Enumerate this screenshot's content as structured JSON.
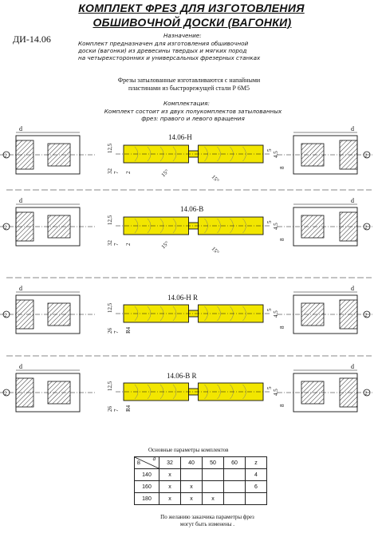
{
  "header": {
    "title_line1": "КОМПЛЕКТ ФРЕЗ ДЛЯ ИЗГОТОВЛЕНИЯ",
    "title_line2": "ОБШИВОЧНОЙ ДОСКИ (ВАГОНКИ)",
    "code": "ДИ-14.06"
  },
  "purpose": {
    "heading": "Назначение:",
    "line1": "Комплект предназначен для изготовления обшивочной",
    "line2": "доски (вагонки) из древесины твердых и мягких пород",
    "line3": "на четырехсторонних и универсальных фрезерных станках"
  },
  "material": {
    "line1": "Фрезы затылованные изготавливаются с напайными",
    "line2": "пластинами из быстрорежущей стали Р 6М5"
  },
  "kit": {
    "heading": "Комплектация:",
    "line1": "Комплект состоит из двух полукомплектов затылованных",
    "line2": "фрез: правого и левого вращения"
  },
  "variants": [
    {
      "label": "14.06-Н",
      "dims": [
        "12,5",
        "32",
        "7",
        "2",
        "5",
        "4,5",
        "8"
      ],
      "angle": "15°"
    },
    {
      "label": "14.06-В",
      "dims": [
        "12,5",
        "32",
        "7",
        "2",
        "5",
        "4,5",
        "8"
      ],
      "angle": "15°"
    },
    {
      "label": "14.06-Н R",
      "dims": [
        "12,5",
        "26",
        "7",
        "R4",
        "5",
        "4,5",
        "8"
      ],
      "angle": ""
    },
    {
      "label": "14.06-В R",
      "dims": [
        "12,5",
        "26",
        "7",
        "R4",
        "5",
        "4,5",
        "8"
      ],
      "angle": ""
    }
  ],
  "side_labels": {
    "d": "d",
    "left_circle": "②",
    "right_circle": "②"
  },
  "params": {
    "caption": "Основные параметры комплектов",
    "header_corner_b": "B",
    "header_corner_d": "d",
    "col_headers": [
      "32",
      "40",
      "50",
      "60",
      "z"
    ],
    "rows": [
      {
        "d": "140",
        "cells": [
          "х",
          "",
          "",
          "",
          "4"
        ]
      },
      {
        "d": "160",
        "cells": [
          "х",
          "х",
          "",
          "",
          "6"
        ]
      },
      {
        "d": "180",
        "cells": [
          "х",
          "х",
          "х",
          "",
          ""
        ]
      }
    ],
    "footer_line1": "По желанию заказчика параметры фрез",
    "footer_line2": "могут быть изменены ."
  },
  "colors": {
    "wood": "#f2e600",
    "line": "#111111",
    "hatch": "#333333"
  }
}
